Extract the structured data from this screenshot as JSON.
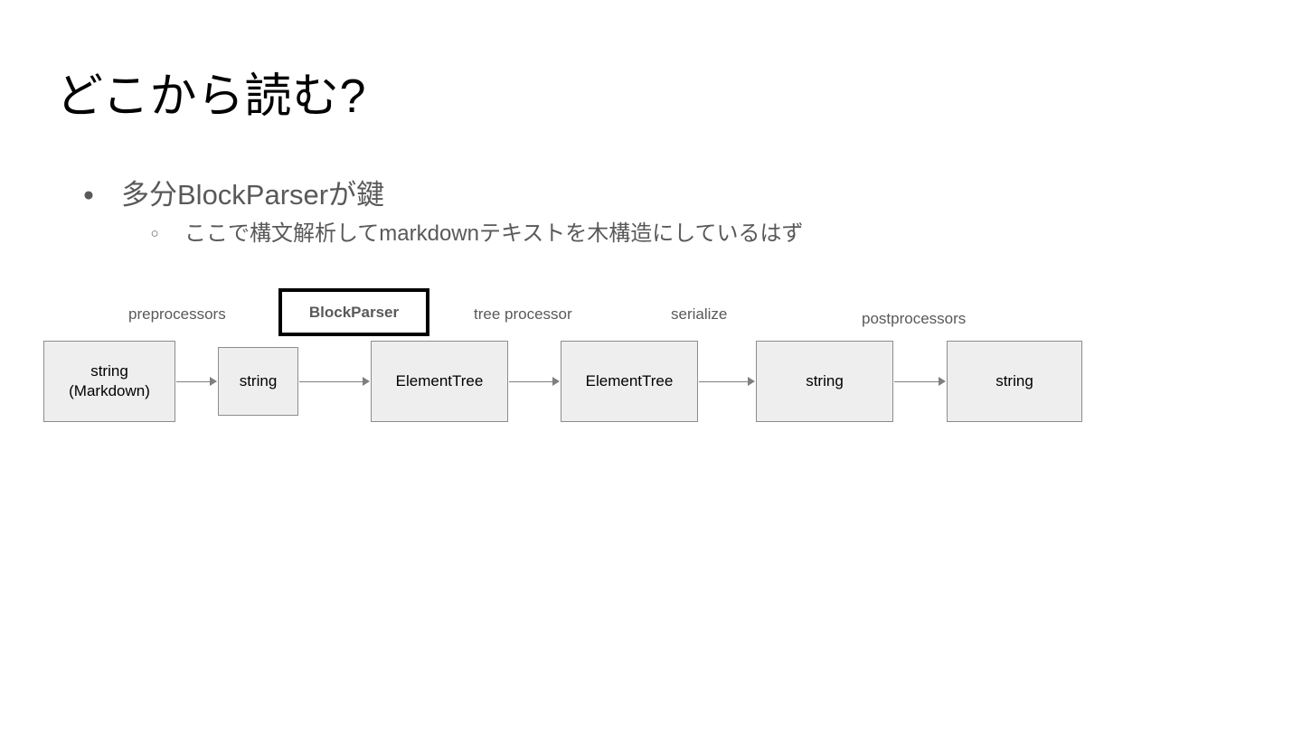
{
  "slide": {
    "title": "どこから読む?",
    "background_color": "#ffffff",
    "text_color": "#595959"
  },
  "bullets": [
    {
      "level": 1,
      "marker": "filled-circle-bullet",
      "marker_glyph": "●",
      "text": "多分BlockParserが鍵"
    },
    {
      "level": 2,
      "marker": "hollow-circle-bullet",
      "marker_glyph": "○",
      "text": "ここで構文解析してmarkdownテキストを木構造にしているはず"
    }
  ],
  "diagram": {
    "name": "markdown-pipeline",
    "boxes": [
      {
        "id": "box-string-markdown",
        "line1": "string",
        "line2": "(Markdown)",
        "highlight": false
      },
      {
        "id": "box-string-preprocessed",
        "line1": "string",
        "line2": "",
        "highlight": false
      },
      {
        "id": "box-elementtree-parsed",
        "line1": "ElementTree",
        "line2": "",
        "highlight": false
      },
      {
        "id": "box-elementtree-processed",
        "line1": "ElementTree",
        "line2": "",
        "highlight": false
      },
      {
        "id": "box-string-serialized",
        "line1": "string",
        "line2": "",
        "highlight": false
      },
      {
        "id": "box-string-final",
        "line1": "string",
        "line2": "",
        "highlight": false
      }
    ],
    "highlight_box": {
      "id": "box-blockparser",
      "label": "BlockParser",
      "border_color": "#000000",
      "background": "#ffffff"
    },
    "stage_labels": [
      {
        "id": "label-preprocessors",
        "text": "preprocessors"
      },
      {
        "id": "label-tree-processor",
        "text": "tree processor"
      },
      {
        "id": "label-serialize",
        "text": "serialize"
      },
      {
        "id": "label-postprocessors",
        "text": "postprocessors"
      }
    ],
    "box_fill": "#eeeeee",
    "box_border": "#8c8c8c",
    "arrow_color": "#7f7f7f"
  }
}
